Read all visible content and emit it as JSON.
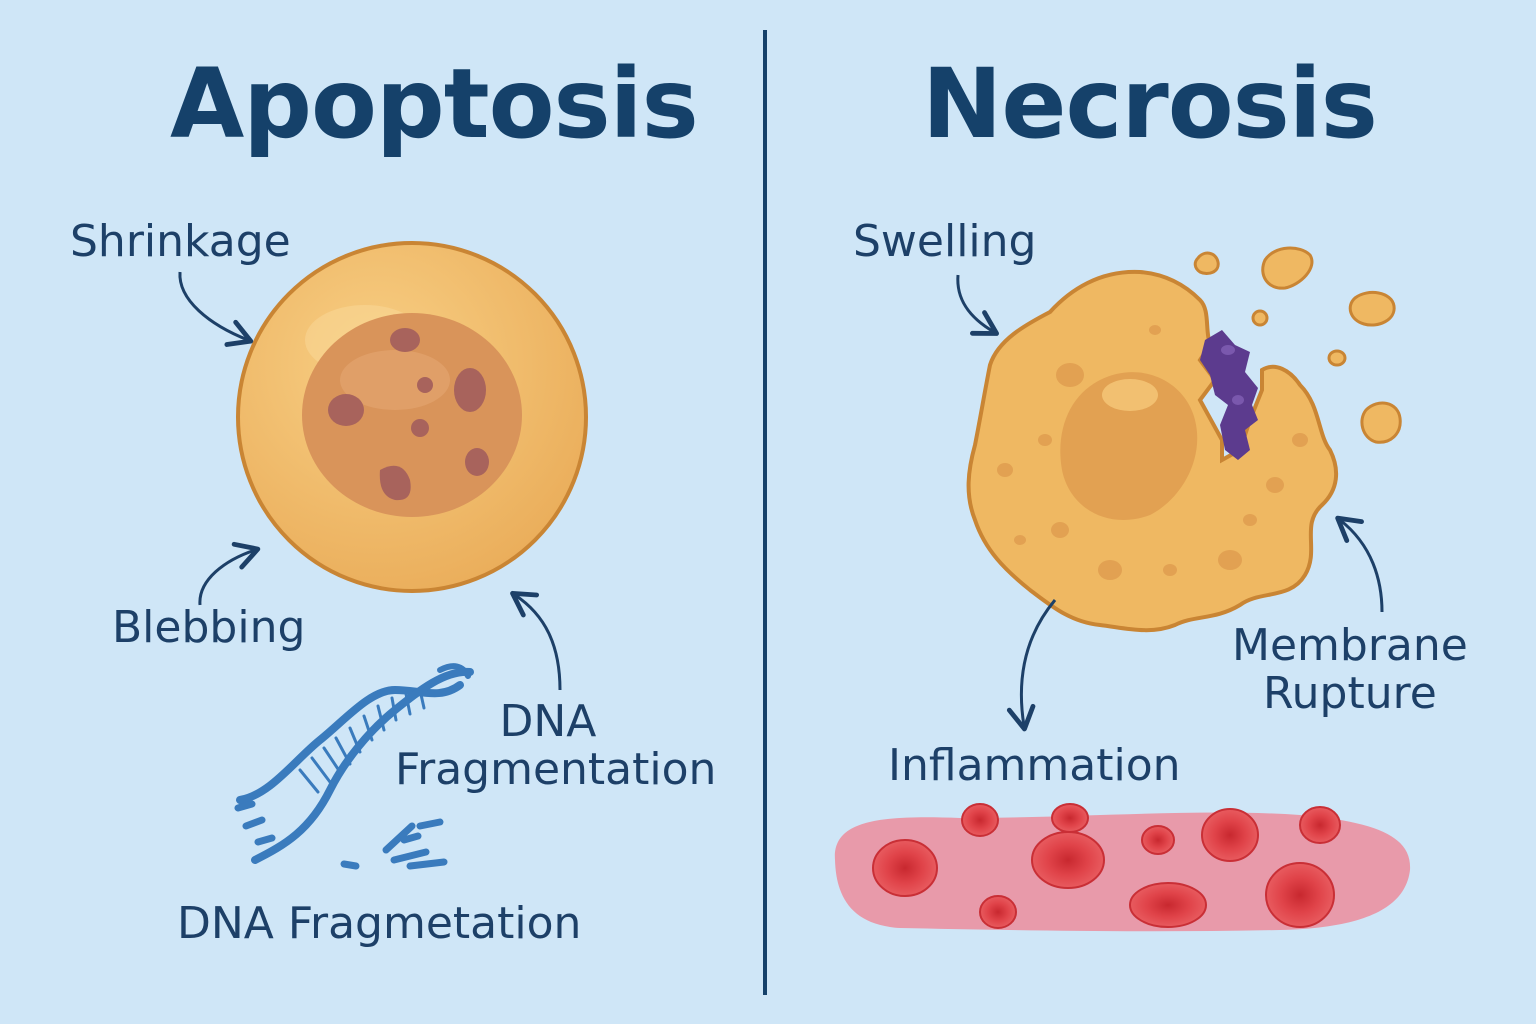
{
  "apoptosis": {
    "title": "Apoptosis",
    "labels": {
      "shrinkage": "Shrinkage",
      "blebbing": "Blebbing",
      "dna_fragmentation_line1": "DNA",
      "dna_fragmentation_line2": "Fragmentation",
      "dna_fragmetation": "DNA Fragmetation"
    }
  },
  "necrosis": {
    "title": "Necrosis",
    "labels": {
      "swelling": "Swelling",
      "membrane_rupture_line1": "Membrane",
      "membrane_rupture_line2": "Rupture",
      "inflammation": "Inflammation"
    }
  },
  "colors": {
    "background": "#cfe6f7",
    "title": "#15416a",
    "label": "#1d4068",
    "cell_fill": "#efb862",
    "cell_outline": "#c98534",
    "nucleus": "#d9945a",
    "chromatin": "#a8635c",
    "dna_helix": "#3a7bbd",
    "ruptured_nucleus": "#5c3b8e",
    "inflamed_tissue": "#e89aaa",
    "red_blood_cell": "#e04349"
  }
}
